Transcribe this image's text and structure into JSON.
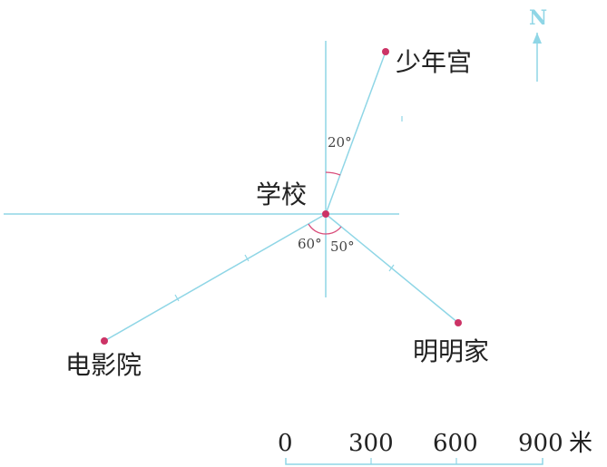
{
  "center": {
    "label": "学校"
  },
  "places": [
    {
      "id": "youth_palace",
      "label": "少年宫",
      "bearing_deg_from_north": 20,
      "angle_label": "20°"
    },
    {
      "id": "cinema",
      "label": "电影院",
      "angle_label": "60°"
    },
    {
      "id": "ming_home",
      "label": "明明家",
      "angle_label": "50°"
    }
  ],
  "north": {
    "label": "N"
  },
  "scale": {
    "ticks": [
      "0",
      "300",
      "600",
      "900"
    ],
    "unit": "米"
  },
  "colors": {
    "line": "#8fd6e6",
    "point": "#cc3366",
    "arc": "#d94c7a"
  }
}
